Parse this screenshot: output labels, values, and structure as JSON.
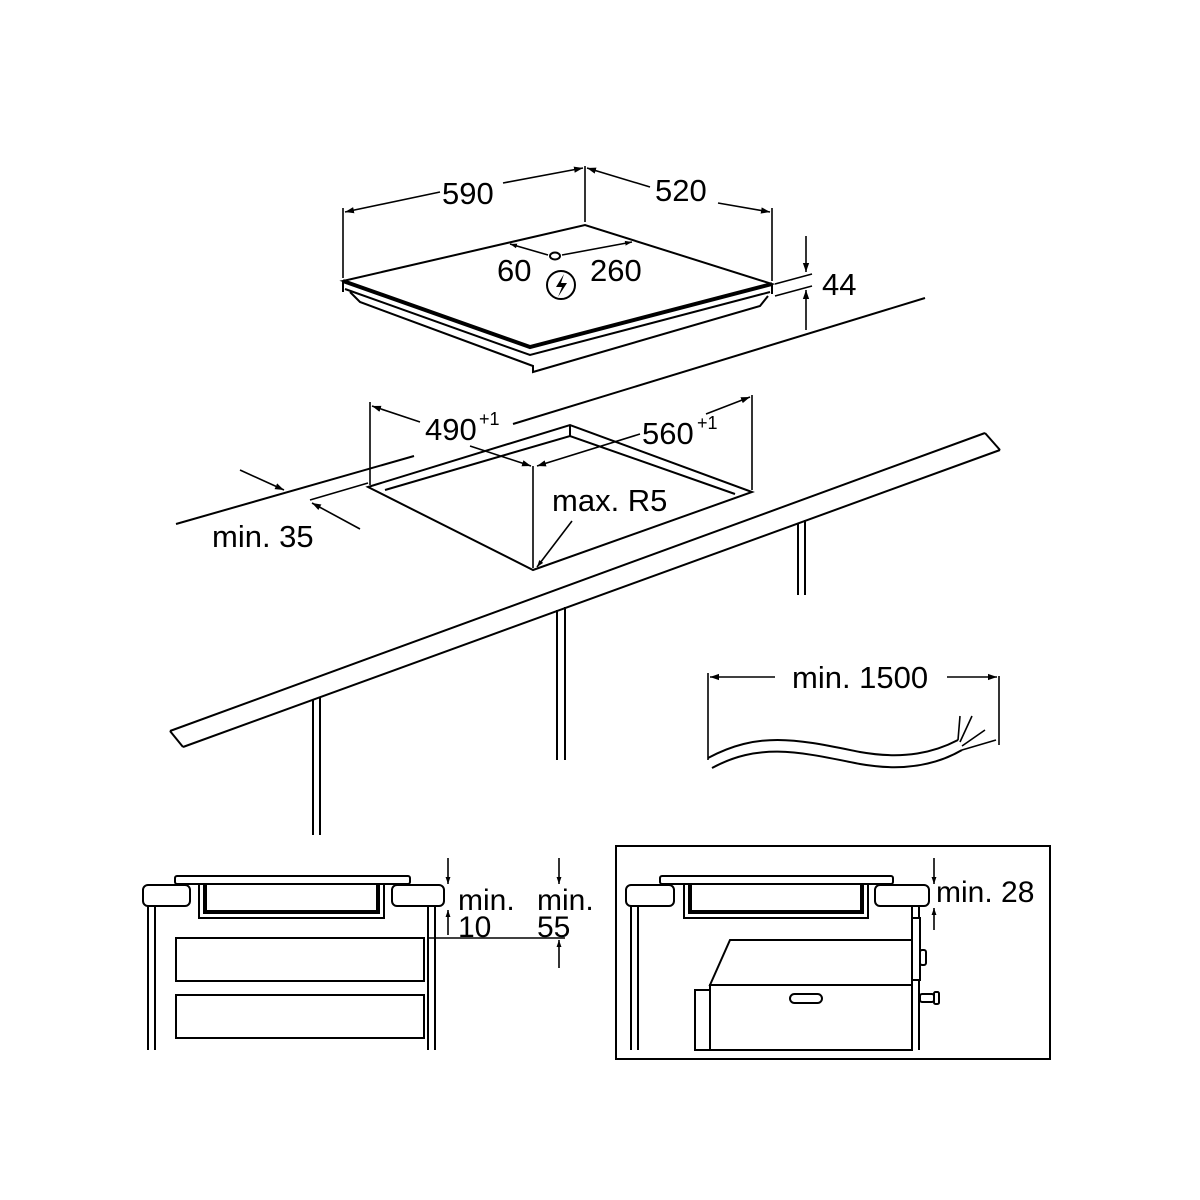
{
  "hob": {
    "width": "590",
    "depth": "520",
    "height": "44",
    "conn_left": "60",
    "conn_right": "260"
  },
  "cutout": {
    "depth": "490",
    "depth_tol": "+1",
    "width": "560",
    "width_tol": "+1",
    "radius": "max. R5",
    "front_gap": "min. 35"
  },
  "cable": {
    "length": "min. 1500"
  },
  "section_drawers": {
    "gap_left_line1": "min.",
    "gap_left_line2": "10",
    "gap_right_line1": "min.",
    "gap_right_line2": "55"
  },
  "section_oven": {
    "gap": "min. 28"
  },
  "icons": {
    "power_connection": "lightning-icon"
  }
}
